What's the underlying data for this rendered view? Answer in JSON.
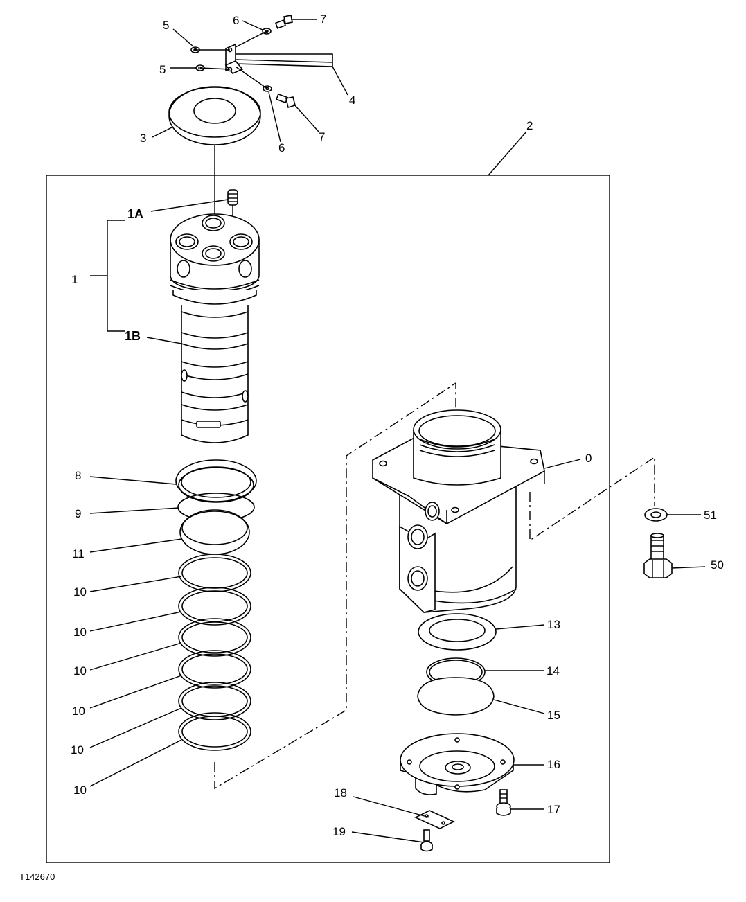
{
  "drawing_code": "T142670",
  "callouts": {
    "p0": "0",
    "p1": "1",
    "p1a": "1A",
    "p1b": "1B",
    "p2": "2",
    "p3": "3",
    "p4": "4",
    "p5a": "5",
    "p5b": "5",
    "p6a": "6",
    "p6b": "6",
    "p7a": "7",
    "p7b": "7",
    "p8": "8",
    "p9": "9",
    "p10a": "10",
    "p10b": "10",
    "p10c": "10",
    "p10d": "10",
    "p10e": "10",
    "p10f": "10",
    "p11": "11",
    "p13": "13",
    "p14": "14",
    "p15": "15",
    "p16": "16",
    "p17": "17",
    "p18": "18",
    "p19": "19",
    "p50": "50",
    "p51": "51"
  }
}
